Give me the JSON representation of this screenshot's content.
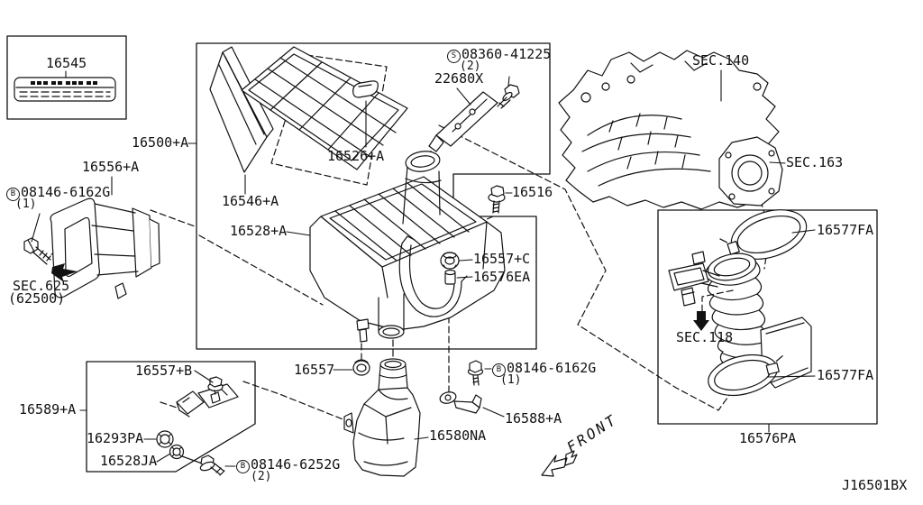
{
  "diagram": {
    "drawing_code": "J16501BX",
    "front_indicator": "FRONT",
    "sticker": {
      "part_number": "16545"
    },
    "parts": {
      "p16500": "16500+A",
      "p16556": "16556+A",
      "p16546": "16546+A",
      "p16526": "16526+A",
      "p16528": "16528+A",
      "p22680": "22680X",
      "p16516": "16516",
      "p16557c": "16557+C",
      "p16576ea": "16576EA",
      "p16577fa_top": "16577FA",
      "p16577fa_bottom": "16577FA",
      "p16576pa": "16576PA",
      "p16589": "16589+A",
      "p16557b": "16557+B",
      "p16293pa": "16293PA",
      "p16528ja": "16528JA",
      "p16557": "16557",
      "p16580na": "16580NA",
      "p16588": "16588+A"
    },
    "fasteners": {
      "bolt_left": {
        "symbol": "B",
        "number": "08146-6162G",
        "qty": "(1)"
      },
      "bolt_right": {
        "symbol": "B",
        "number": "08146-6162G",
        "qty": "(1)"
      },
      "bolt_bottom": {
        "symbol": "B",
        "number": "08146-6252G",
        "qty": "(2)"
      },
      "screw_maf": {
        "symbol": "S",
        "number": "08360-41225",
        "qty": "(2)"
      }
    },
    "section_refs": {
      "sec140": "SEC.140",
      "sec163": "SEC.163",
      "sec118": "SEC.118",
      "sec625": "SEC.625",
      "sec625_sub": "(62500)"
    },
    "colors": {
      "line": "#111111",
      "background": "#ffffff"
    }
  }
}
